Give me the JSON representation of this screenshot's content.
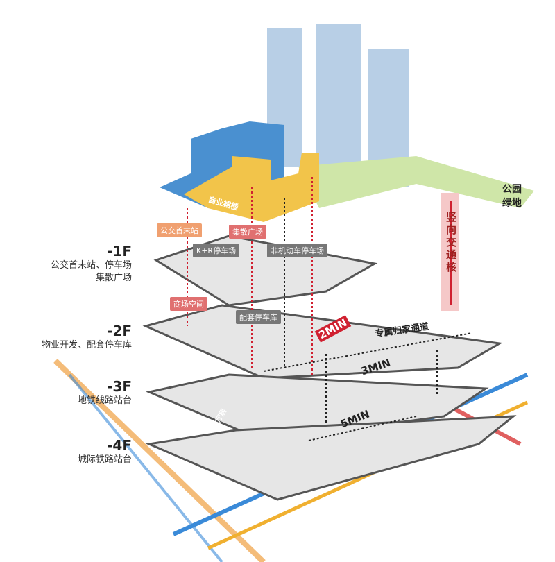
{
  "floors": [
    {
      "code": "-1F",
      "desc": [
        "公交首末站、停车场",
        "集散广场"
      ]
    },
    {
      "code": "-2F",
      "desc": [
        "物业开发、配套停车库"
      ]
    },
    {
      "code": "-3F",
      "desc": [
        "地铁线路站台"
      ]
    },
    {
      "code": "-4F",
      "desc": [
        "城际铁路站台"
      ]
    }
  ],
  "tags": {
    "bus_terminal": "公交首末站",
    "plaza": "集散广场",
    "kr_parking": "K+R停车场",
    "bike_parking": "非机动车停车场",
    "mall": "商场空间",
    "garage": "配套停车库"
  },
  "labels": {
    "podium": "商业裙楼",
    "park": "公园绿地",
    "core": "竖向交通核",
    "home_passage": "专属归家通道",
    "concourse": "站厅层"
  },
  "times": {
    "t2": "2MIN",
    "t3": "3MIN",
    "t5": "5MIN"
  },
  "colors": {
    "tower": "#b8cfe6",
    "podium_blue": "#4a90d0",
    "podium_yellow": "#f2c44a",
    "park": "#cfe6a8",
    "accent_red": "#d02030",
    "floor": "#e6e6e6",
    "metro": "#3a8ad8",
    "rail_orange": "#f0a040"
  }
}
